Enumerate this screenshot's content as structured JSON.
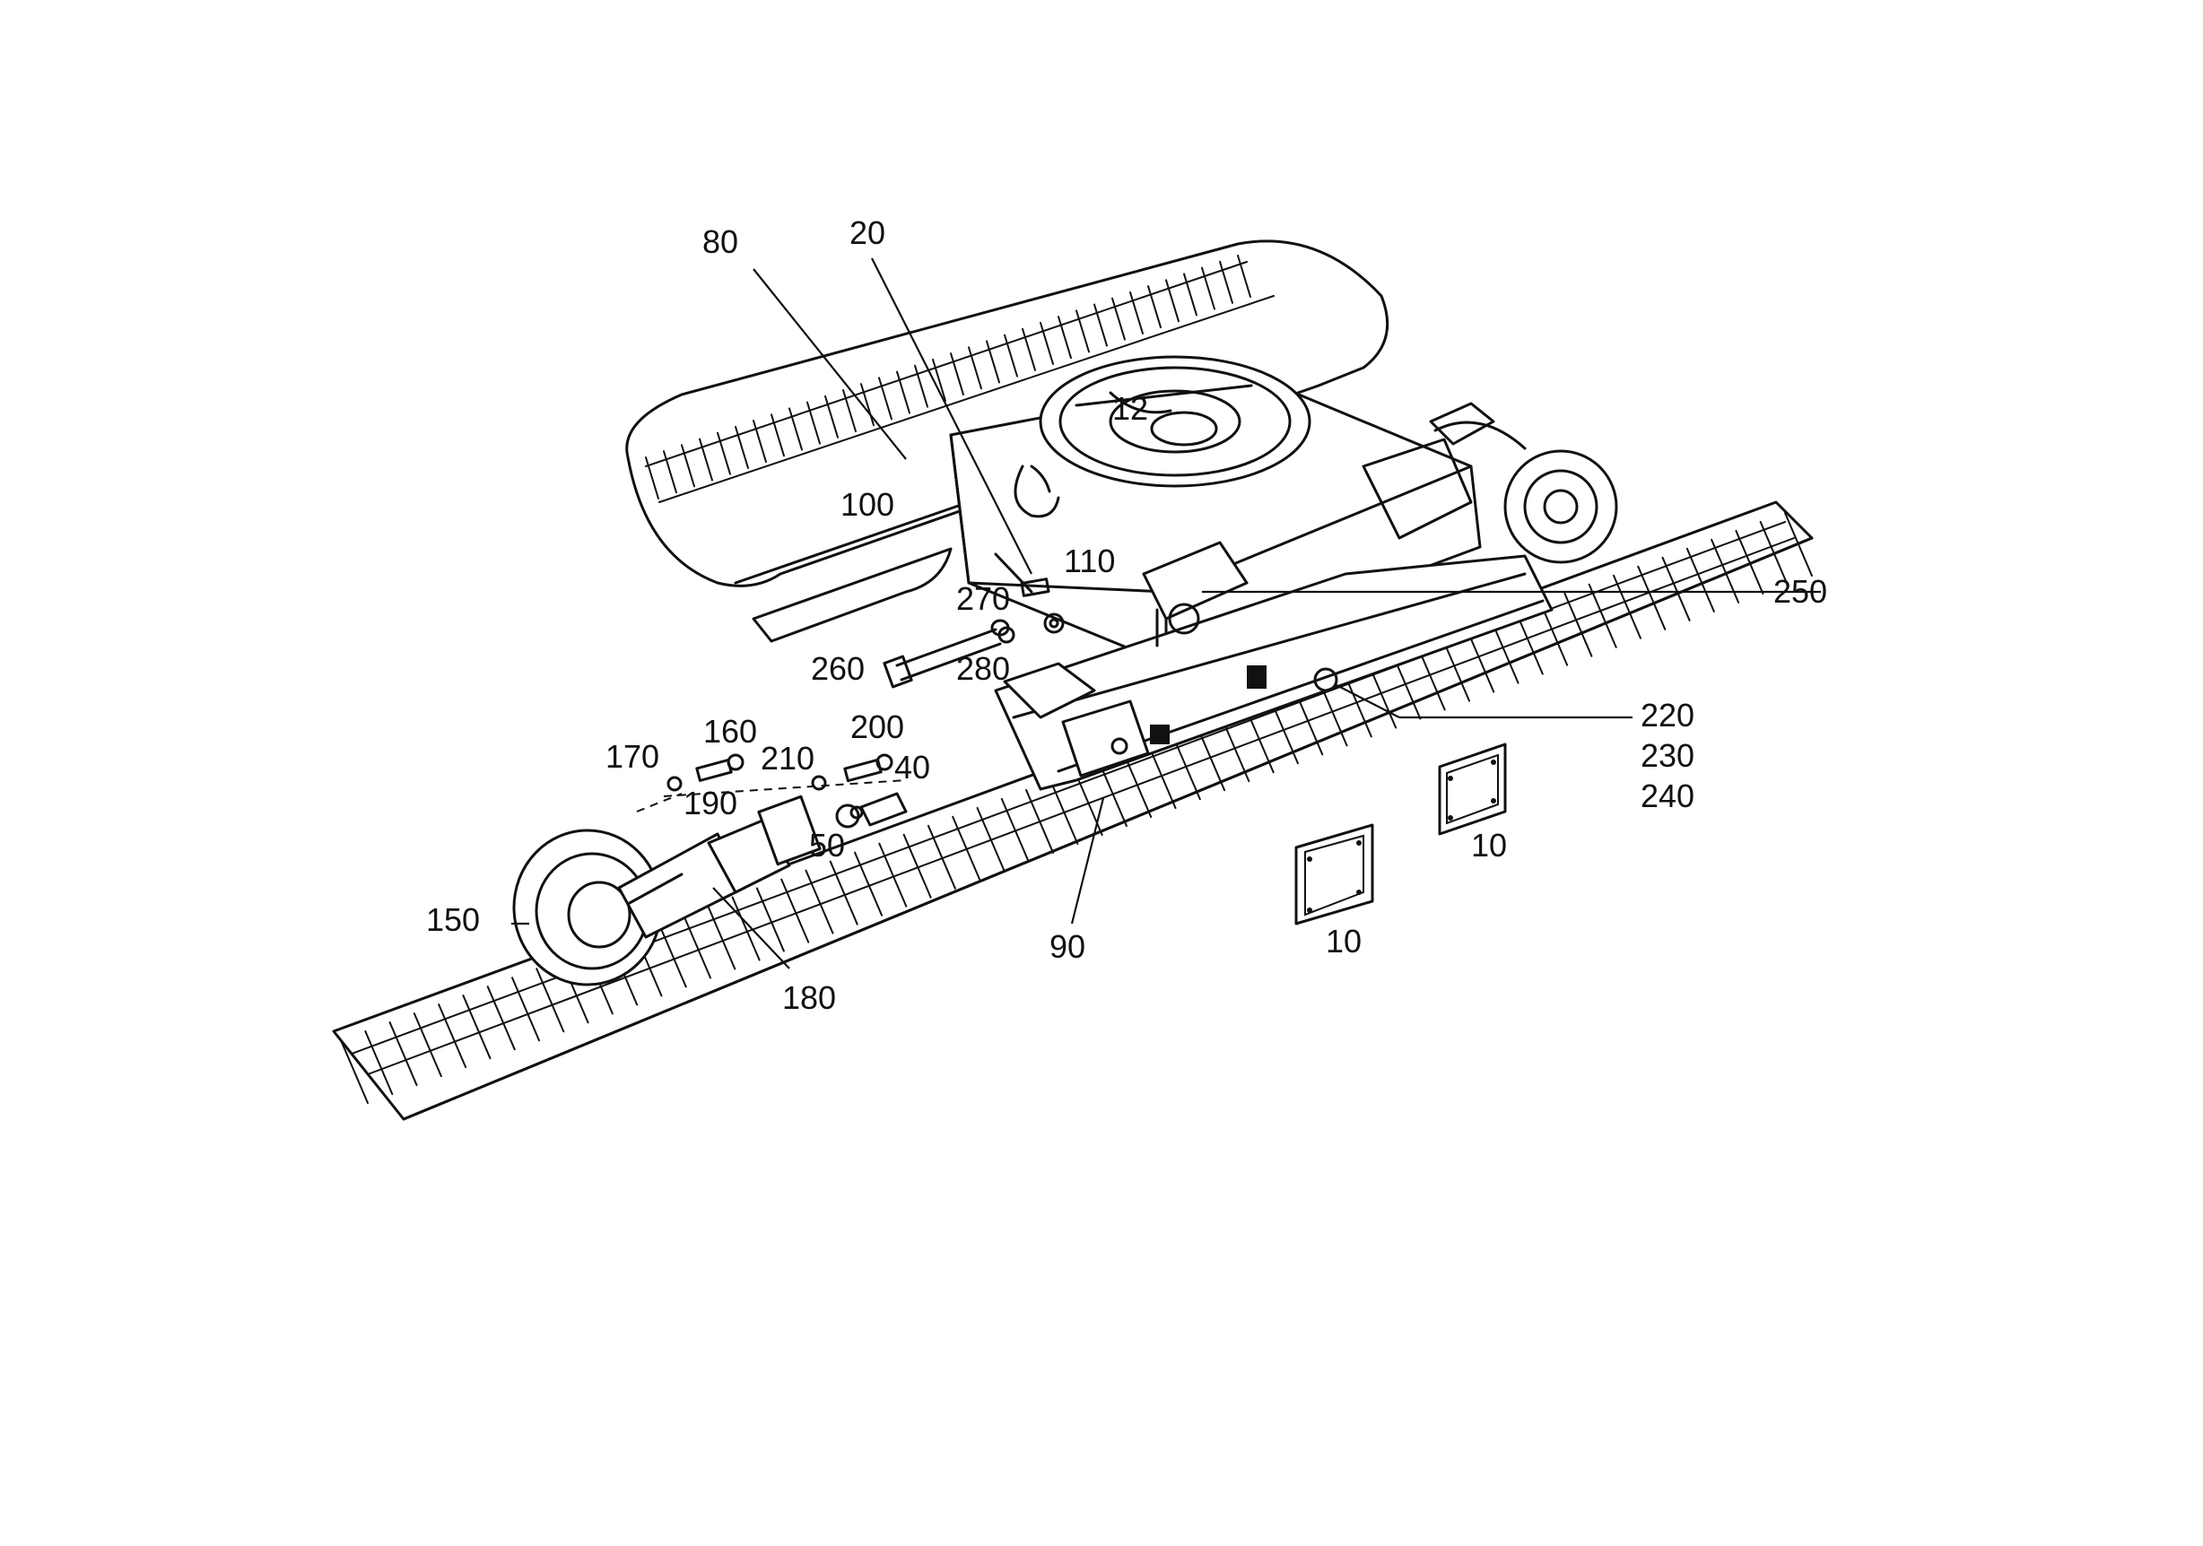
{
  "callouts": {
    "c80": "80",
    "c20": "20",
    "c100": "100",
    "c110": "110",
    "c250": "250",
    "c270": "270",
    "c260": "260",
    "c280": "280",
    "c220": "220",
    "c230": "230",
    "c240": "240",
    "c160": "160",
    "c200": "200",
    "c170": "170",
    "c210": "210",
    "c40": "40",
    "c190": "190",
    "c50": "50",
    "c10a": "10",
    "c10b": "10",
    "c150": "150",
    "c90": "90",
    "c180": "180"
  },
  "colors": {
    "ink": "#111111",
    "paper": "#ffffff"
  }
}
